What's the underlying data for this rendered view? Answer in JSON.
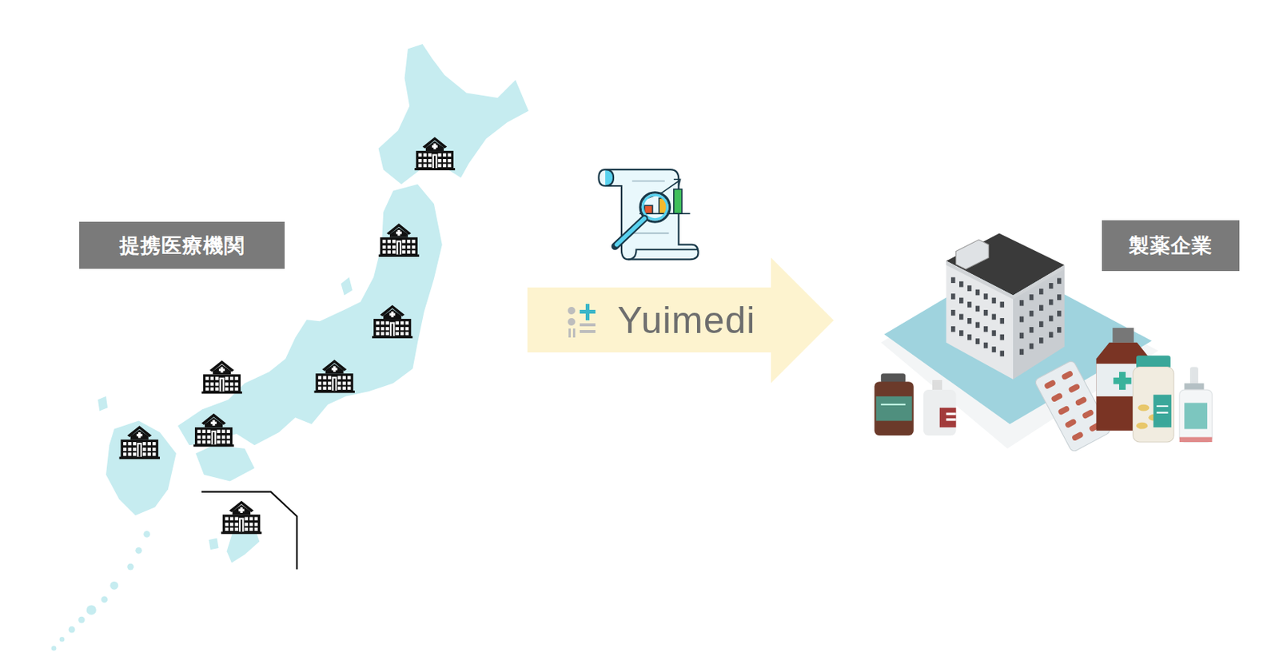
{
  "diagram": {
    "nodes": [
      {
        "text": [
          "提携医療機関"
        ]
      },
      {
        "text": [
          "Yuimedi"
        ]
      },
      {
        "text": [
          "製薬企業"
        ]
      }
    ]
  }
}
